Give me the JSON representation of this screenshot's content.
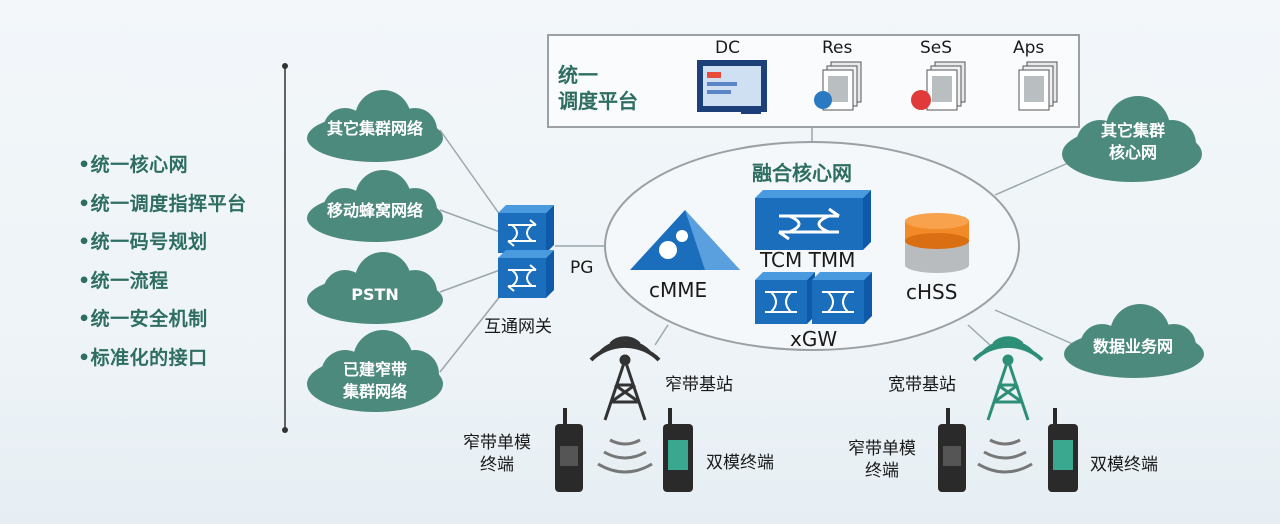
{
  "features": [
    "•统一核心网",
    "•统一调度指挥平台",
    "•统一码号规划",
    "•统一流程",
    "•统一安全机制",
    "•标准化的接口"
  ],
  "left_clouds": [
    {
      "label": "其它集群网络"
    },
    {
      "label": "移动蜂窝网络"
    },
    {
      "label": "PSTN"
    },
    {
      "label": "已建窄带\n集群网络"
    }
  ],
  "right_clouds": [
    {
      "label": "其它集群\n核心网"
    },
    {
      "label": "数据业务网"
    }
  ],
  "gateway": {
    "label": "互通网关",
    "link_label": "PG"
  },
  "dispatch": {
    "title": "统一\n调度平台",
    "servers": [
      "DC",
      "Res",
      "SeS",
      "Aps"
    ]
  },
  "core": {
    "title": "融合核心网",
    "cmme": "cMME",
    "tcm": "TCM TMM",
    "xgw": "xGW",
    "chss": "cHSS"
  },
  "stations": {
    "narrow": "窄带基站",
    "wide": "宽带基站"
  },
  "terminals": {
    "single_left": "窄带单模\n终端",
    "dual_left": "双模终端",
    "single_right": "窄带单模\n终端",
    "dual_right": "双模终端"
  },
  "colors": {
    "accent_green": "#2e6e62",
    "cloud": "#4d8a7e",
    "network_blue": "#1a6ebc",
    "orange": "#f28b27"
  }
}
